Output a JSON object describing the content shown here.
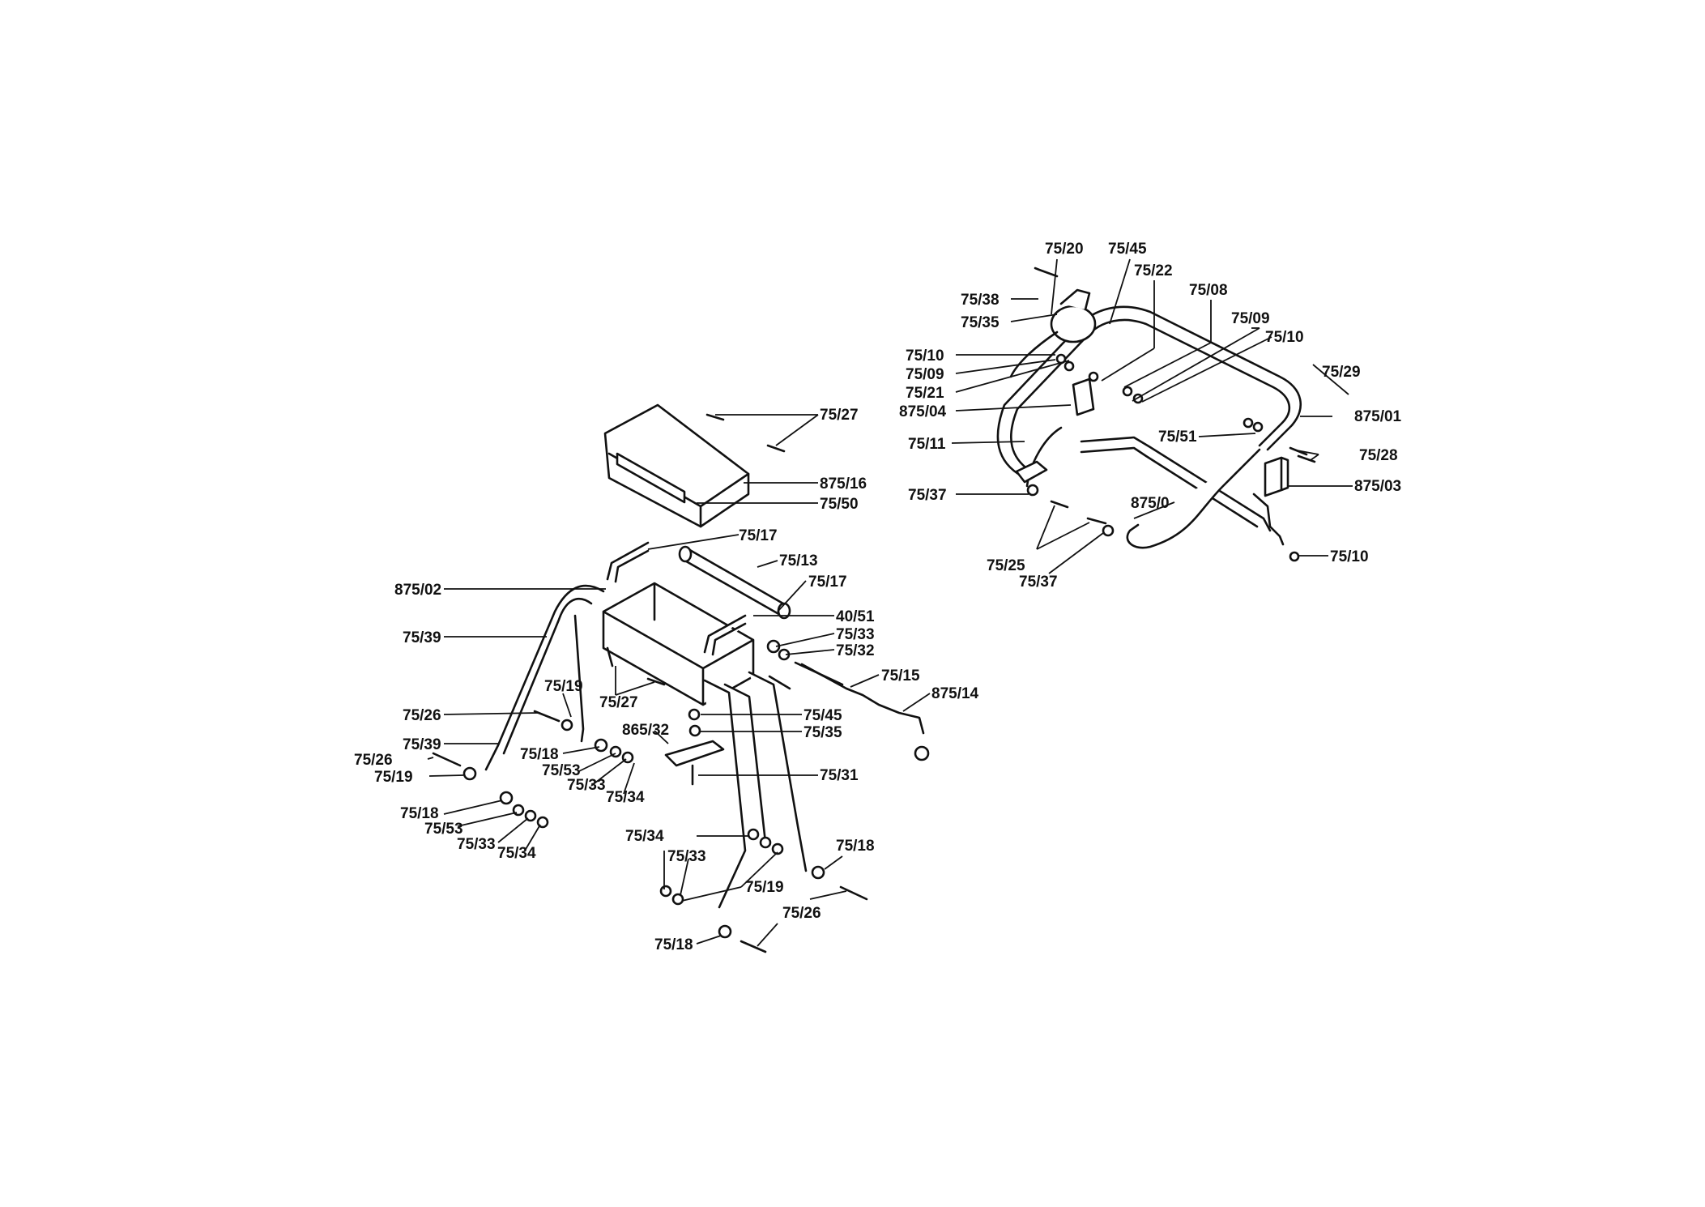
{
  "diagram": {
    "ink_color": "#111111",
    "background": "#ffffff",
    "callouts": [
      "75/20",
      "75/45",
      "75/22",
      "75/08",
      "75/38",
      "75/35",
      "75/09",
      "75/10",
      "75/10",
      "75/09",
      "75/21",
      "875/04",
      "75/29",
      "875/01",
      "75/11",
      "75/51",
      "75/28",
      "875/03",
      "75/37",
      "875/0",
      "75/25",
      "75/37",
      "75/10",
      "75/27",
      "875/16",
      "75/50",
      "75/17",
      "75/13",
      "75/17",
      "875/02",
      "40/51",
      "75/39",
      "75/33",
      "75/32",
      "75/15",
      "875/14",
      "75/19",
      "75/27",
      "75/26",
      "75/45",
      "75/35",
      "865/32",
      "75/39",
      "75/18",
      "75/26",
      "75/53",
      "75/19",
      "75/33",
      "75/34",
      "75/31",
      "75/18",
      "75/53",
      "75/33",
      "75/34",
      "75/34",
      "75/33",
      "75/18",
      "75/19",
      "75/26",
      "75/18"
    ]
  }
}
